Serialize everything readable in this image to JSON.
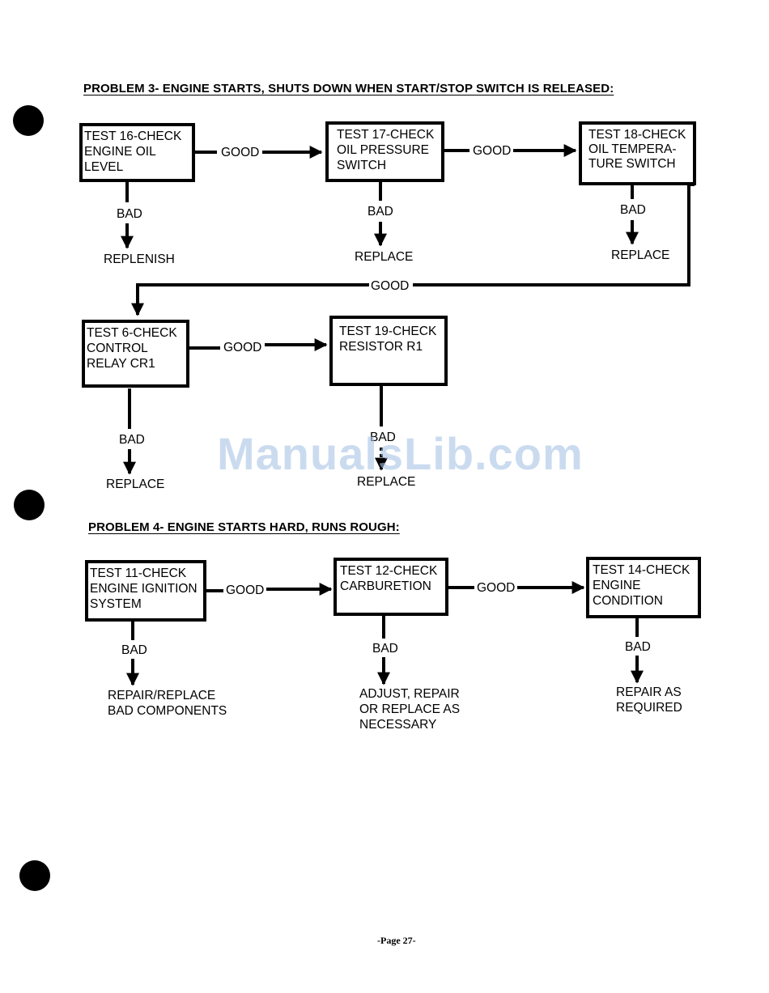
{
  "problems": [
    {
      "heading": "PROBLEM 3- ENGINE STARTS, SHUTS DOWN WHEN START/STOP SWITCH IS RELEASED:",
      "tests": [
        {
          "label": "TEST 16-CHECK\nENGINE OIL\nLEVEL",
          "bad": "BAD",
          "result": "REPLENISH",
          "good": "GOOD"
        },
        {
          "label": "TEST 17-CHECK\nOIL PRESSURE\nSWITCH",
          "bad": "BAD",
          "result": "REPLACE",
          "good": "GOOD"
        },
        {
          "label": "TEST 18-CHECK\nOIL TEMPERA-\nTURE SWITCH",
          "bad": "BAD",
          "result": "REPLACE",
          "good": "GOOD"
        },
        {
          "label": "TEST 6-CHECK\nCONTROL\nRELAY CR1",
          "bad": "BAD",
          "result": "REPLACE",
          "good": "GOOD"
        },
        {
          "label": "TEST 19-CHECK\nRESISTOR R1",
          "bad": "BAD",
          "result": "REPLACE"
        }
      ]
    },
    {
      "heading": "PROBLEM 4- ENGINE STARTS HARD, RUNS ROUGH:",
      "tests": [
        {
          "label": "TEST 11-CHECK\nENGINE IGNITION\nSYSTEM",
          "bad": "BAD",
          "result": "REPAIR/REPLACE\nBAD COMPONENTS",
          "good": "GOOD"
        },
        {
          "label": "TEST 12-CHECK\nCARBURETION",
          "bad": "BAD",
          "result": "ADJUST, REPAIR\nOR REPLACE AS\nNECESSARY",
          "good": "GOOD"
        },
        {
          "label": "TEST 14-CHECK\nENGINE\nCONDITION",
          "bad": "BAD",
          "result": "REPAIR AS\nREQUIRED"
        }
      ]
    }
  ],
  "watermark": "ManualsLib.com",
  "footer": "-Page 27-"
}
